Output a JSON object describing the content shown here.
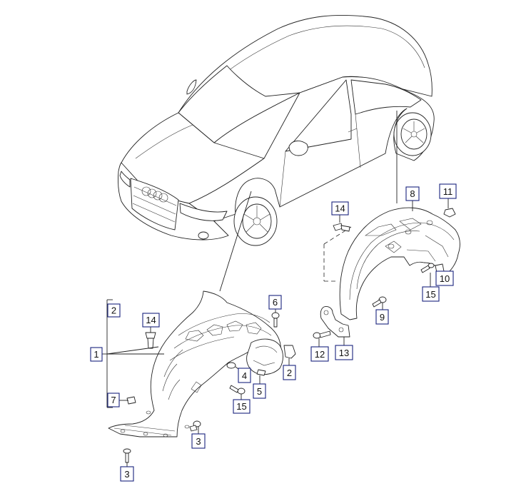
{
  "callouts": [
    {
      "id": "c2a",
      "text": "2"
    },
    {
      "id": "c14a",
      "text": "14"
    },
    {
      "id": "c1",
      "text": "1"
    },
    {
      "id": "c7",
      "text": "7"
    },
    {
      "id": "c3a",
      "text": "3"
    },
    {
      "id": "c3b",
      "text": "3"
    },
    {
      "id": "c6",
      "text": "6"
    },
    {
      "id": "c4",
      "text": "4"
    },
    {
      "id": "c2b",
      "text": "2"
    },
    {
      "id": "c5",
      "text": "5"
    },
    {
      "id": "c15a",
      "text": "15"
    },
    {
      "id": "c14b",
      "text": "14"
    },
    {
      "id": "c8",
      "text": "8"
    },
    {
      "id": "c11",
      "text": "11"
    },
    {
      "id": "c10",
      "text": "10"
    },
    {
      "id": "c15b",
      "text": "15"
    },
    {
      "id": "c9",
      "text": "9"
    },
    {
      "id": "c12",
      "text": "12"
    },
    {
      "id": "c13",
      "text": "13"
    }
  ]
}
